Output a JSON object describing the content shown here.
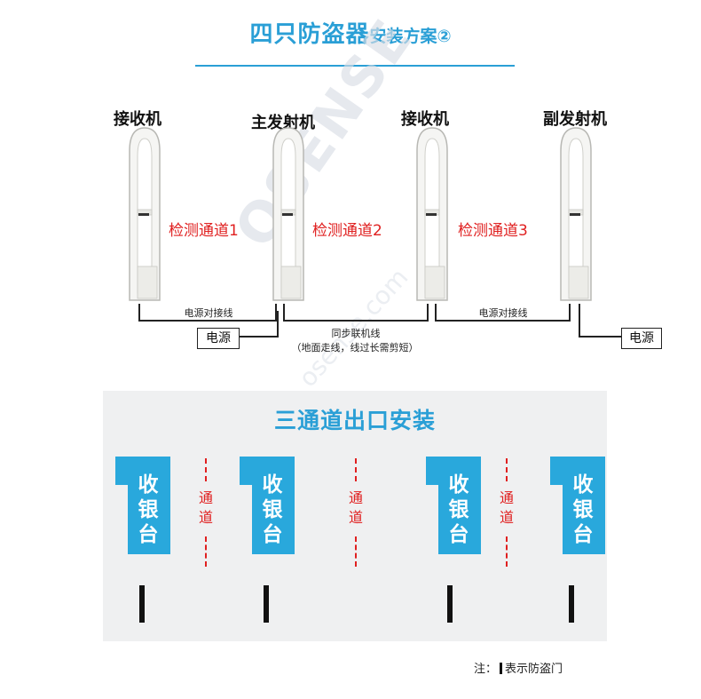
{
  "title": {
    "main": "四只防盗器",
    "sub": "安装方案②"
  },
  "gates": [
    {
      "label": "接收机"
    },
    {
      "label": "主发射机"
    },
    {
      "label": "接收机"
    },
    {
      "label": "副发射机"
    }
  ],
  "channels": [
    "检测通道1",
    "检测通道2",
    "检测通道3"
  ],
  "wiring": {
    "power_pair_label": "电源对接线",
    "sync_label": "同步联机线",
    "sync_note": "（地面走线，线过长需剪短）",
    "power_box": "电源"
  },
  "watermark": {
    "brand": "OSENSE",
    "url": "osense.com"
  },
  "panel": {
    "title": "三通道出口安装",
    "cashier_lines": [
      "收",
      "银",
      "台"
    ],
    "lane_lines": [
      "通",
      "道"
    ]
  },
  "note": {
    "prefix": "注：",
    "suffix": "表示防盗门"
  },
  "colors": {
    "accent": "#2a9fd6",
    "cashier": "#29a8dc",
    "lane": "#e02020",
    "panel_bg": "#eff0f1"
  }
}
